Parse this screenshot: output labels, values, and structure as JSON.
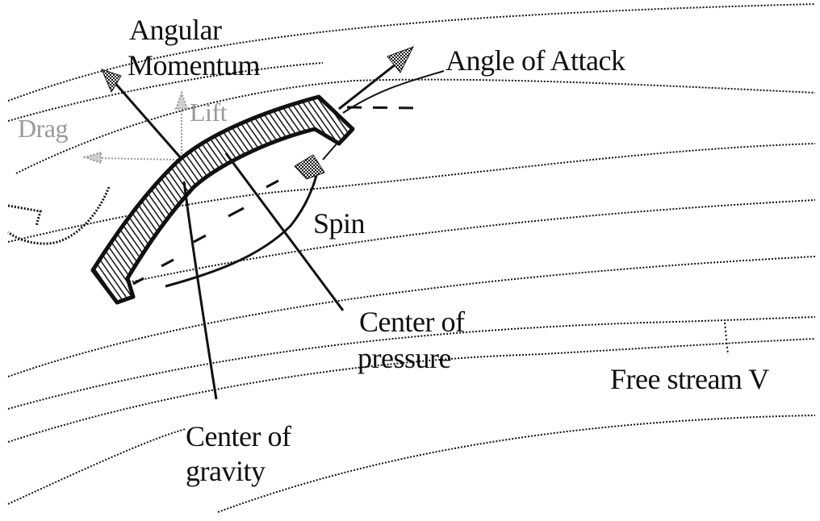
{
  "diagram": {
    "title": "Flying disc aerodynamic forces diagram",
    "colors": {
      "ink": "#111111",
      "gray_label": "#9a9a9a",
      "background": "#ffffff"
    },
    "labels": {
      "angular_momentum_line1": "Angular",
      "angular_momentum_line2": "Momentum",
      "angle_of_attack": "Angle of Attack",
      "drag": "Drag",
      "lift": "Lift",
      "spin": "Spin",
      "center_of_pressure_line1": "Center of",
      "center_of_pressure_line2": "pressure",
      "center_of_gravity_line1": "Center of",
      "center_of_gravity_line2": "gravity",
      "free_stream": "Free stream V"
    },
    "elements": [
      {
        "name": "streamlines",
        "count": 9,
        "style": "dotted"
      },
      {
        "name": "disc-cross-section",
        "style": "hatched"
      },
      {
        "name": "angular-momentum-arrow",
        "icon": "arrow-up-left"
      },
      {
        "name": "velocity-arrow",
        "icon": "arrow-up-right"
      },
      {
        "name": "lift-arrow",
        "icon": "arrow-up",
        "style": "gray-dotted"
      },
      {
        "name": "drag-arrow",
        "icon": "arrow-left",
        "style": "gray-dotted"
      },
      {
        "name": "spin-arrow",
        "icon": "curved-arrow"
      },
      {
        "name": "incoming-flow-arrow",
        "icon": "curved-arrow-left"
      }
    ]
  }
}
